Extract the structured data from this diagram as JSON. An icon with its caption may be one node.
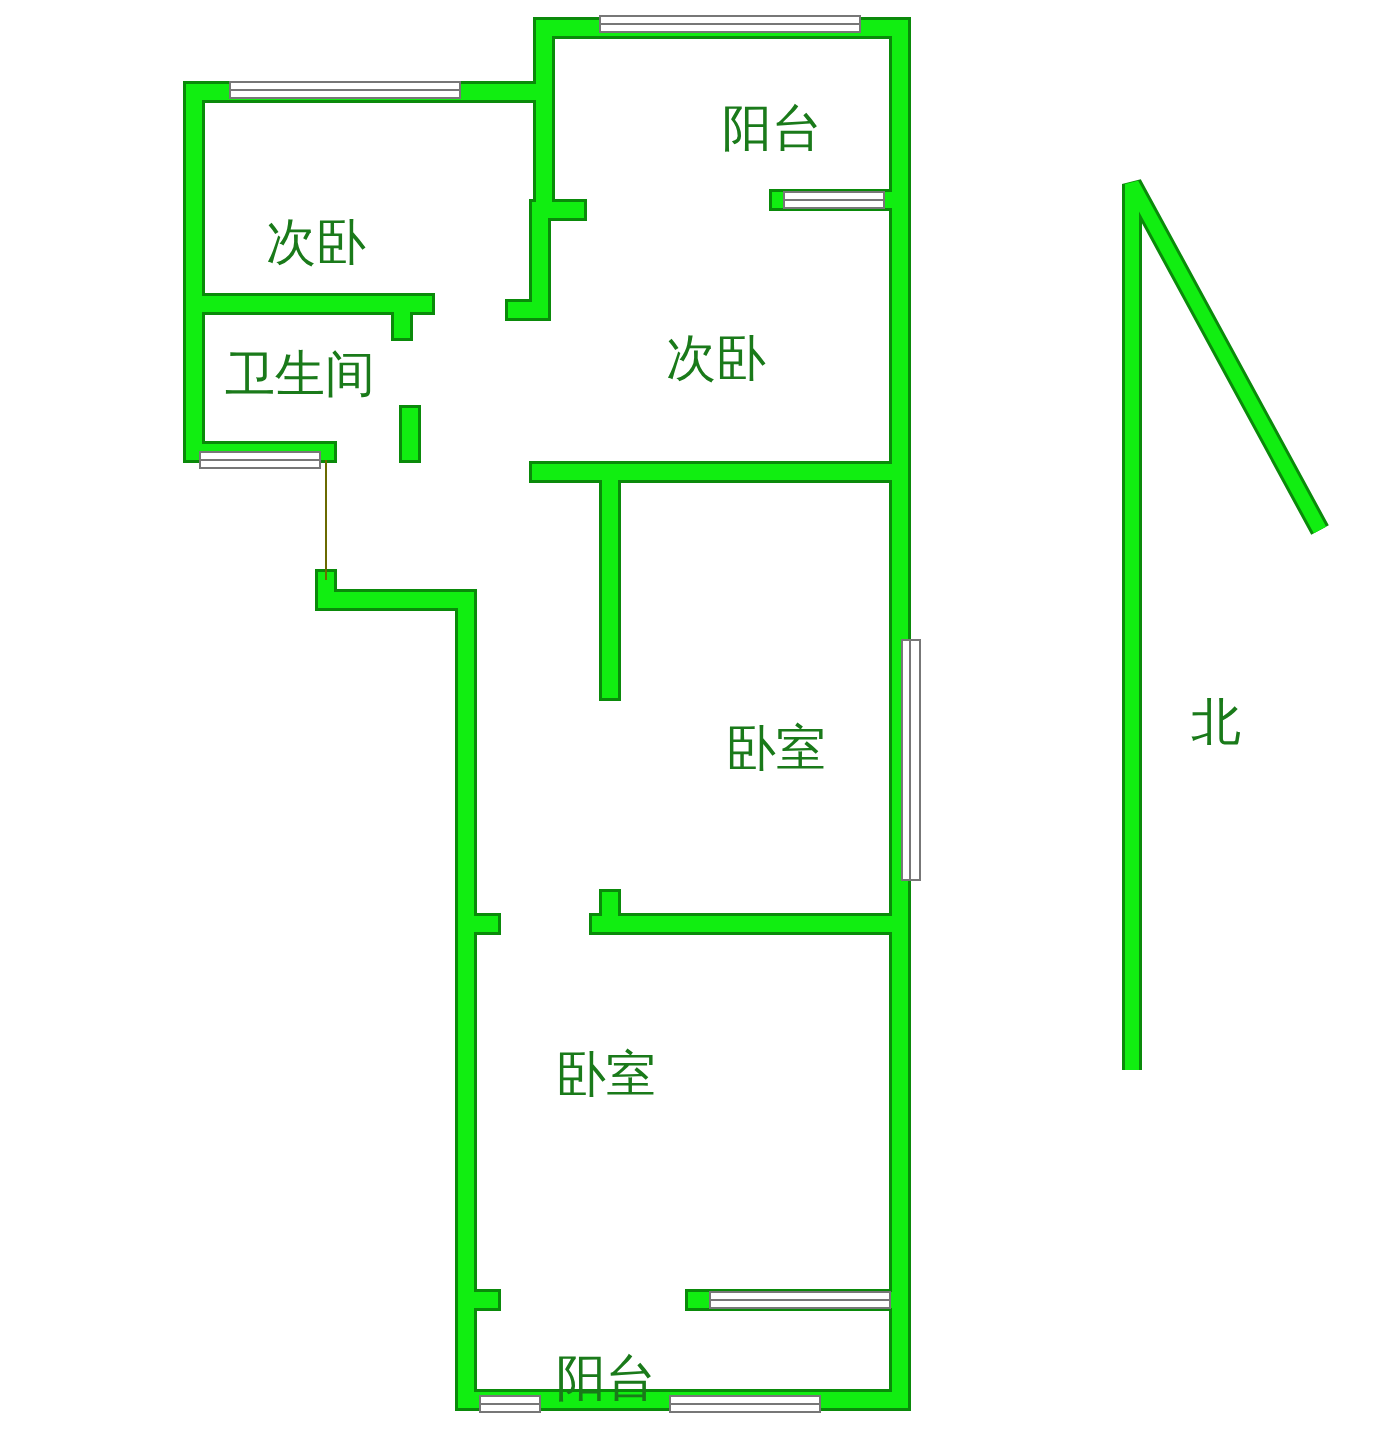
{
  "diagram": {
    "labels": [
      "阳台",
      "次卧",
      "次卧",
      "卫生间",
      "卧室",
      "卧室",
      "阳台",
      "北"
    ]
  }
}
